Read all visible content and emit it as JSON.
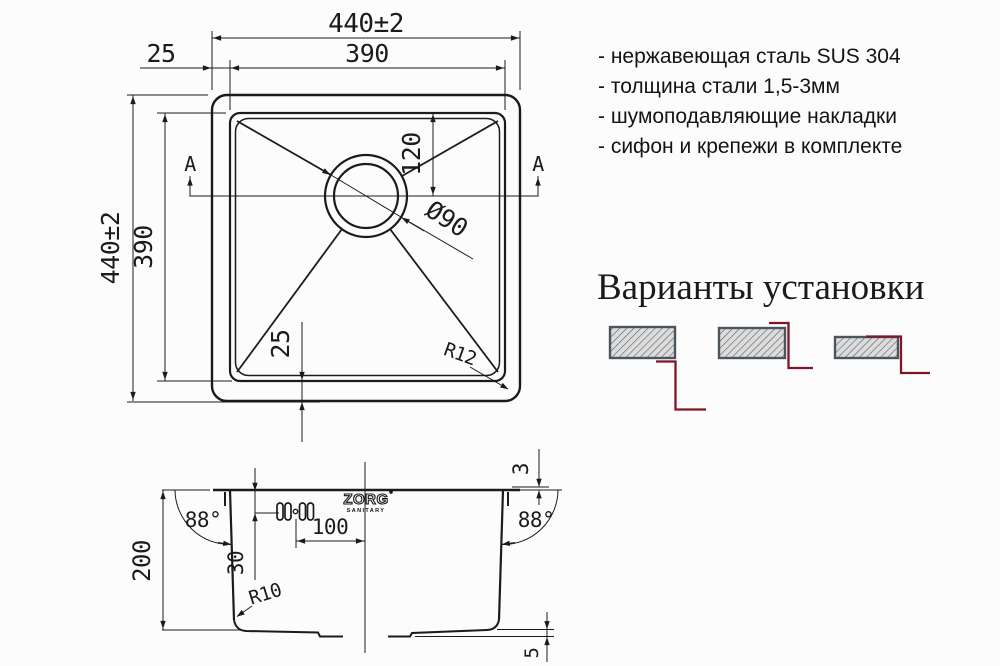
{
  "specs": {
    "items": [
      "- нержавеющая сталь SUS 304",
      "- толщина стали 1,5-3мм",
      "- шумоподавляющие накладки",
      "- сифон и крепежи в комплекте"
    ]
  },
  "install": {
    "title": "Варианты установки"
  },
  "top": {
    "w_outer": "440±2",
    "w_inner": "390",
    "flange_left": "25",
    "h_outer": "440±2",
    "h_inner": "390",
    "drain_offset": "120",
    "drain_dia": "Ø90",
    "corner_r": "R12",
    "flange_bottom": "25",
    "section_a": "A"
  },
  "section": {
    "depth": "200",
    "angle": "88°",
    "hole_v": "30",
    "hole_h": "100",
    "r_bottom": "R10",
    "rim": "3",
    "lip": "5",
    "brand": "ZORG",
    "brand_sub": "SANITARY"
  },
  "colors": {
    "line": "#1b1b1b",
    "accent_red": "#7d1626",
    "hatch_fill": "#dcdcdc",
    "hatch_border": "#4d555c"
  }
}
